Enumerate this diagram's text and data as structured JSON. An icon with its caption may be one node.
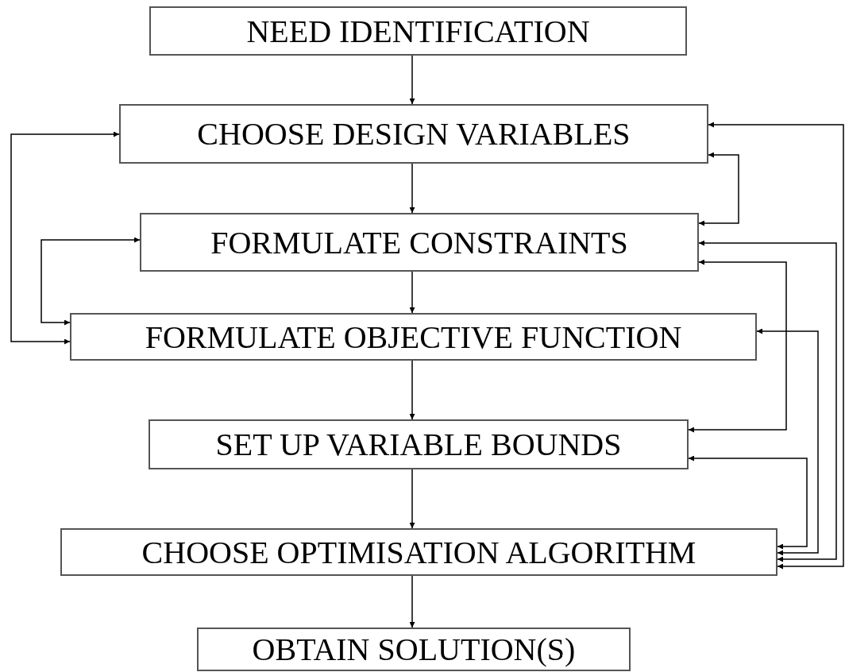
{
  "diagram": {
    "nodes": [
      {
        "text": [
          "NEED IDENTIFICATION"
        ]
      },
      {
        "text": [
          "CHOOSE DESIGN VARIABLES"
        ]
      },
      {
        "text": [
          "FORMULATE CONSTRAINTS"
        ]
      },
      {
        "text": [
          "FORMULATE OBJECTIVE FUNCTION"
        ]
      },
      {
        "text": [
          "SET UP VARIABLE BOUNDS"
        ]
      },
      {
        "text": [
          "CHOOSE OPTIMISATION ALGORITHM"
        ]
      },
      {
        "text": [
          "OBTAIN SOLUTION(S)"
        ]
      }
    ],
    "edges": [
      {
        "from": 0,
        "to": 1,
        "arrow": "to"
      },
      {
        "from": 1,
        "to": 2,
        "arrow": "to"
      },
      {
        "from": 2,
        "to": 3,
        "arrow": "to"
      },
      {
        "from": 3,
        "to": 4,
        "arrow": "to"
      },
      {
        "from": 4,
        "to": 5,
        "arrow": "to"
      },
      {
        "from": 5,
        "to": 6,
        "arrow": "to"
      },
      {
        "from": 1,
        "to": 3,
        "arrow": "both"
      },
      {
        "from": 2,
        "to": 3,
        "arrow": "both"
      },
      {
        "from": 1,
        "to": 2,
        "arrow": "both"
      },
      {
        "from": 1,
        "to": 5,
        "arrow": "both"
      },
      {
        "from": 2,
        "to": 5,
        "arrow": "both"
      },
      {
        "from": 2,
        "to": 4,
        "arrow": "both"
      },
      {
        "from": 3,
        "to": 5,
        "arrow": "both"
      },
      {
        "from": 4,
        "to": 5,
        "arrow": "both"
      }
    ]
  }
}
